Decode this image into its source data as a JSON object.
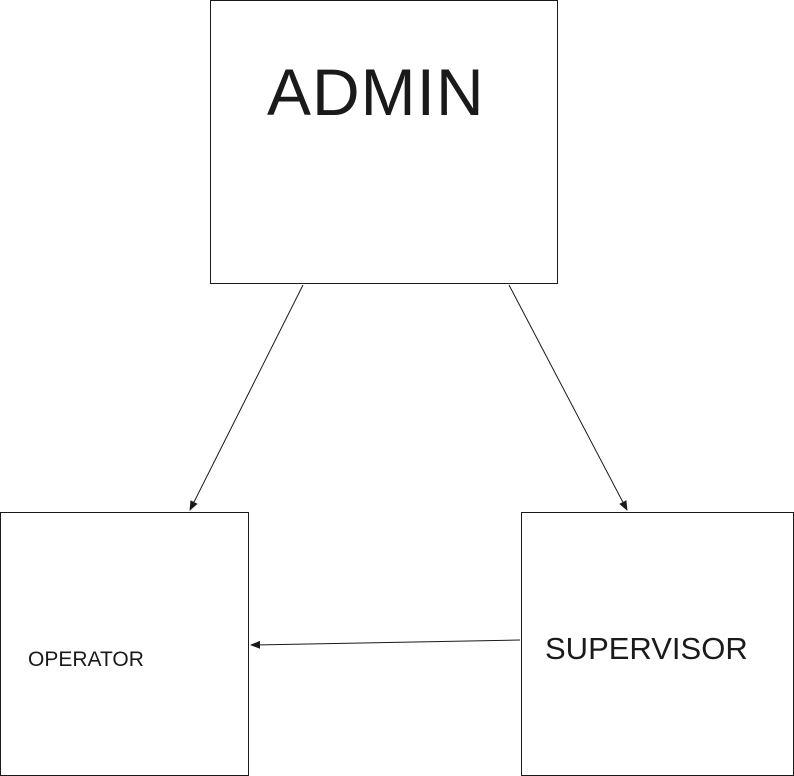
{
  "diagram": {
    "nodes": {
      "admin": {
        "label": "ADMIN"
      },
      "operator": {
        "label": "OPERATOR"
      },
      "supervisor": {
        "label": "SUPERVISOR"
      }
    },
    "edges": [
      {
        "from": "admin",
        "to": "operator"
      },
      {
        "from": "admin",
        "to": "supervisor"
      },
      {
        "from": "supervisor",
        "to": "operator"
      }
    ],
    "colors": {
      "stroke": "#1a1a1a",
      "background": "#ffffff"
    }
  }
}
